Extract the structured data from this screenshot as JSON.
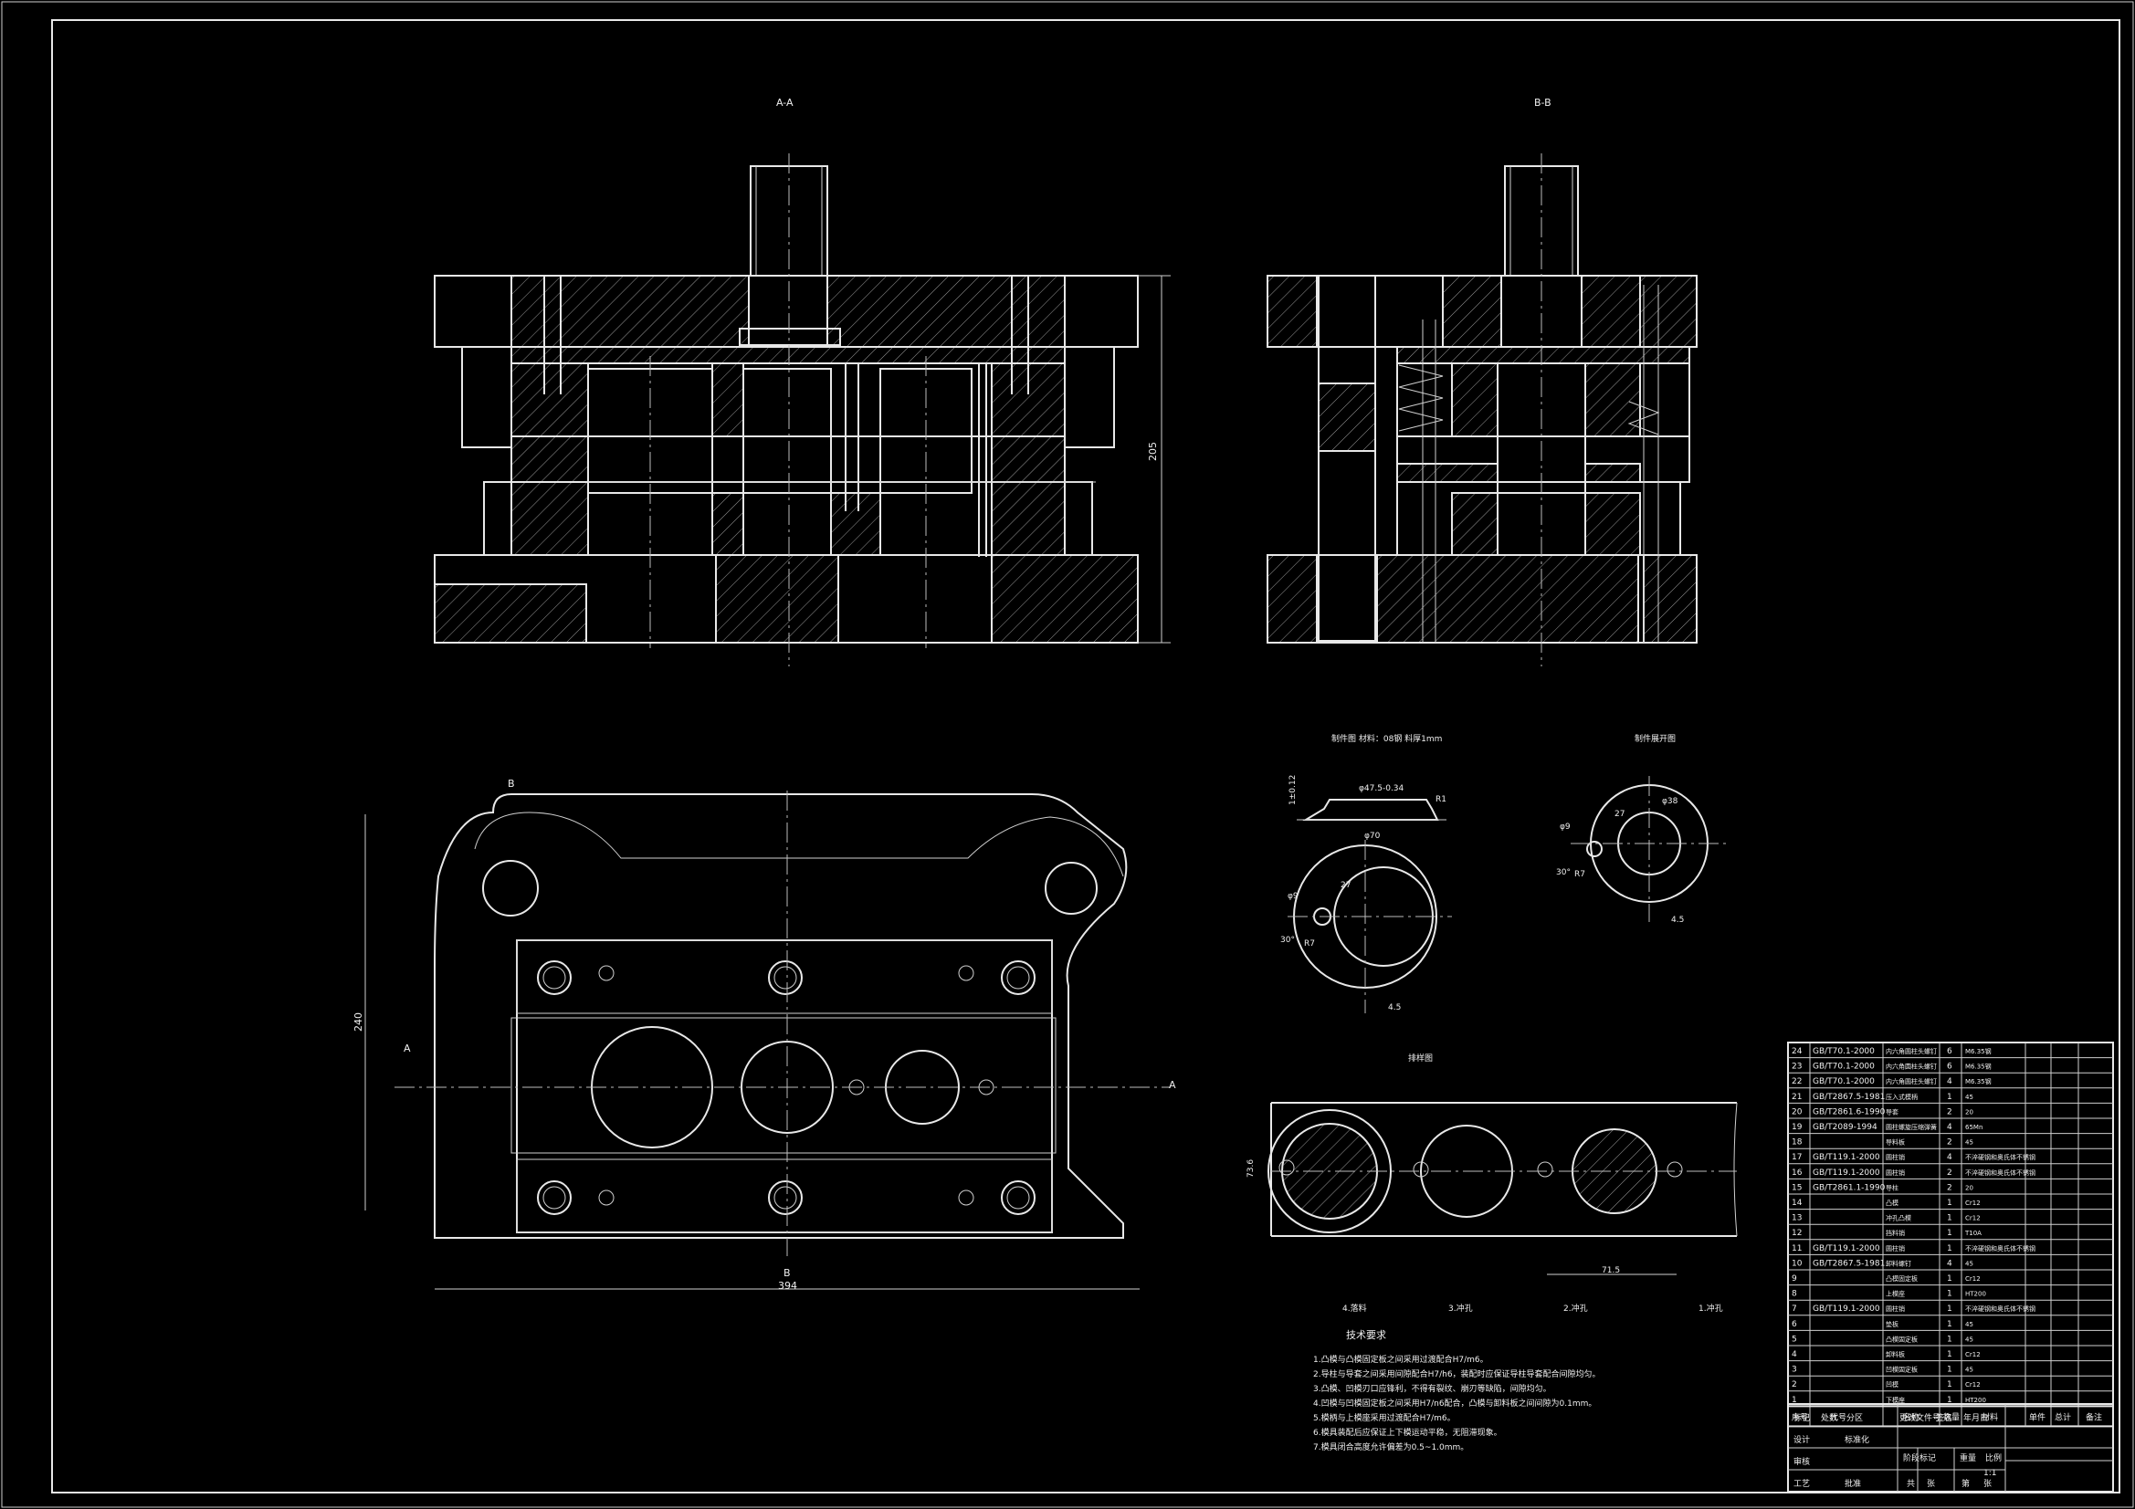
{
  "views": {
    "section_aa": {
      "label": "A-A",
      "dim_height": "205"
    },
    "section_bb": {
      "label": "B-B"
    },
    "plan": {
      "cut_b_top": "B",
      "cut_b_bottom": "B",
      "cut_a_left": "A",
      "cut_a_right": "A",
      "dim_width": "394",
      "dim_height": "240"
    },
    "part_detail_1": {
      "title": "制件图 材料：08钢 料厚1mm",
      "dims": [
        "φ47.5-0.34",
        "R1",
        "φ70",
        "1±0.12",
        "φ9",
        "30°",
        "R7",
        "27",
        "4.5"
      ]
    },
    "part_detail_2": {
      "title": "制件展开图",
      "dims": [
        "φ9",
        "R7",
        "30°",
        "27",
        "φ38",
        "4.5"
      ]
    },
    "strip": {
      "title": "排样图",
      "dim_width": "73.6",
      "dim_pitch": "71.5",
      "stations": [
        "4.落料",
        "3.冲孔",
        "2.冲孔",
        "1.冲孔"
      ]
    }
  },
  "technical_requirements": {
    "title": "技术要求",
    "items": [
      "1.凸模与凸模固定板之间采用过渡配合H7/m6。",
      "2.导柱与导套之间采用间隙配合H7/h6，装配时应保证导柱导套配合间隙均匀。",
      "3.凸模、凹模刃口应锋利，不得有裂纹、崩刃等缺陷，间隙均匀。",
      "4.凹模与凹模固定板之间采用H7/n6配合，凸模与卸料板之间间隙为0.1mm。",
      "5.模柄与上模座采用过渡配合H7/m6。",
      "6.模具装配后应保证上下模运动平稳，无阻滞现象。",
      "7.模具闭合高度允许偏差为0.5~1.0mm。"
    ]
  },
  "parts_list": {
    "rows": [
      [
        "24",
        "GB/T70.1-2000",
        "内六角圆柱头螺钉",
        "6",
        "M6.35钢"
      ],
      [
        "23",
        "GB/T70.1-2000",
        "内六角圆柱头螺钉",
        "6",
        "M6.35钢"
      ],
      [
        "22",
        "GB/T70.1-2000",
        "内六角圆柱头螺钉",
        "4",
        "M6.35钢"
      ],
      [
        "21",
        "GB/T2867.5-1981",
        "压入式模柄",
        "1",
        "45"
      ],
      [
        "20",
        "GB/T2861.6-1990",
        "导套",
        "2",
        "20"
      ],
      [
        "19",
        "GB/T2089-1994",
        "圆柱螺旋压缩弹簧",
        "4",
        "65Mn"
      ],
      [
        "18",
        "",
        "导料板",
        "2",
        "45"
      ],
      [
        "17",
        "GB/T119.1-2000",
        "圆柱销",
        "4",
        "不淬硬钢和奥氏体不锈钢"
      ],
      [
        "16",
        "GB/T119.1-2000",
        "圆柱销",
        "2",
        "不淬硬钢和奥氏体不锈钢"
      ],
      [
        "15",
        "GB/T2861.1-1990",
        "导柱",
        "2",
        "20"
      ],
      [
        "14",
        "",
        "凸模",
        "1",
        "Cr12"
      ],
      [
        "13",
        "",
        "冲孔凸模",
        "1",
        "Cr12"
      ],
      [
        "12",
        "",
        "挡料销",
        "1",
        "T10A"
      ],
      [
        "11",
        "GB/T119.1-2000",
        "圆柱销",
        "1",
        "不淬硬钢和奥氏体不锈钢"
      ],
      [
        "10",
        "GB/T2867.5-1981",
        "卸料螺钉",
        "4",
        "45"
      ],
      [
        "9",
        "",
        "凸模固定板",
        "1",
        "Cr12"
      ],
      [
        "8",
        "",
        "上模座",
        "1",
        "HT200"
      ],
      [
        "7",
        "GB/T119.1-2000",
        "圆柱销",
        "1",
        "不淬硬钢和奥氏体不锈钢"
      ],
      [
        "6",
        "",
        "垫板",
        "1",
        "45"
      ],
      [
        "5",
        "",
        "凸模固定板",
        "1",
        "45"
      ],
      [
        "4",
        "",
        "卸料板",
        "1",
        "Cr12"
      ],
      [
        "3",
        "",
        "凹模固定板",
        "1",
        "45"
      ],
      [
        "2",
        "",
        "凹模",
        "1",
        "Cr12"
      ],
      [
        "1",
        "",
        "下模座",
        "1",
        "HT200"
      ]
    ],
    "header": [
      "序号",
      "代号",
      "名称",
      "数量",
      "材料",
      "单件",
      "总计",
      "备注"
    ]
  },
  "title_block": {
    "labels": [
      "标记",
      "处数",
      "分区",
      "更改文件号",
      "签名",
      "年月日",
      "设计",
      "标准化",
      "阶段标记",
      "重量",
      "比例",
      "审核",
      "工艺",
      "批准",
      "共",
      "张",
      "第",
      "张"
    ],
    "scale": "1:1"
  }
}
